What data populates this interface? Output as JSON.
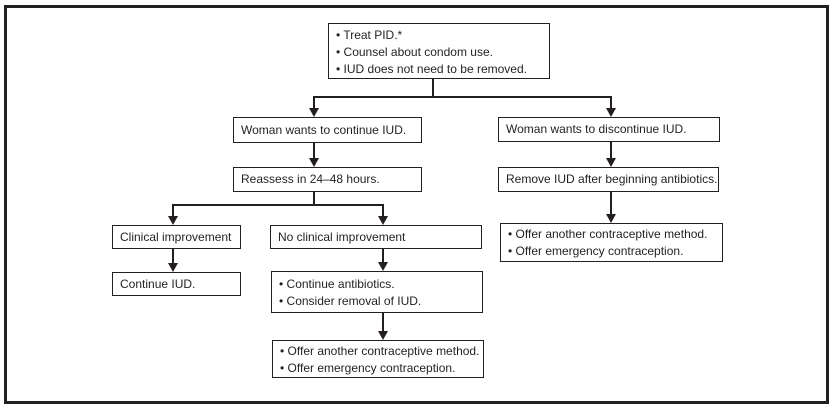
{
  "colors": {
    "ink": "#231f20",
    "background": "#ffffff"
  },
  "flowchart": {
    "boxes": {
      "treat_pid": {
        "lines": [
          "• Treat PID.*",
          "• Counsel about condom use.",
          "• IUD does not need to be removed."
        ]
      },
      "continue_branch": {
        "label": "Woman wants to continue IUD."
      },
      "discontinue_branch": {
        "label": "Woman wants to discontinue IUD."
      },
      "reassess": {
        "label": "Reassess in 24–48 hours."
      },
      "remove_iud": {
        "label": "Remove IUD after beginning antibiotics."
      },
      "offer_right": {
        "lines": [
          "• Offer another contraceptive method.",
          "• Offer emergency contraception."
        ]
      },
      "clinical_improvement": {
        "label": "Clinical improvement"
      },
      "no_clinical_improvement": {
        "label": "No clinical improvement"
      },
      "continue_iud": {
        "label": "Continue IUD."
      },
      "continue_antibiotics": {
        "lines": [
          "• Continue antibiotics.",
          "• Consider removal of IUD."
        ]
      },
      "offer_bottom": {
        "lines": [
          "• Offer another contraceptive method.",
          "• Offer emergency contraception."
        ]
      }
    }
  }
}
